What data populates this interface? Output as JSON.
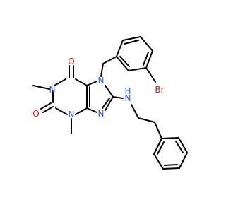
{
  "molecule": {
    "colors": {
      "carbon_bond": "#000000",
      "oxygen": "#ff0d0d",
      "nitrogen": "#3050f8",
      "bromine": "#a62929"
    },
    "labels": {
      "o1": "O",
      "o2": "O",
      "n1": "N",
      "n3": "N",
      "n7": "N",
      "n9": "N",
      "nh_n": "N",
      "nh_h": "H",
      "br": "Br"
    }
  }
}
